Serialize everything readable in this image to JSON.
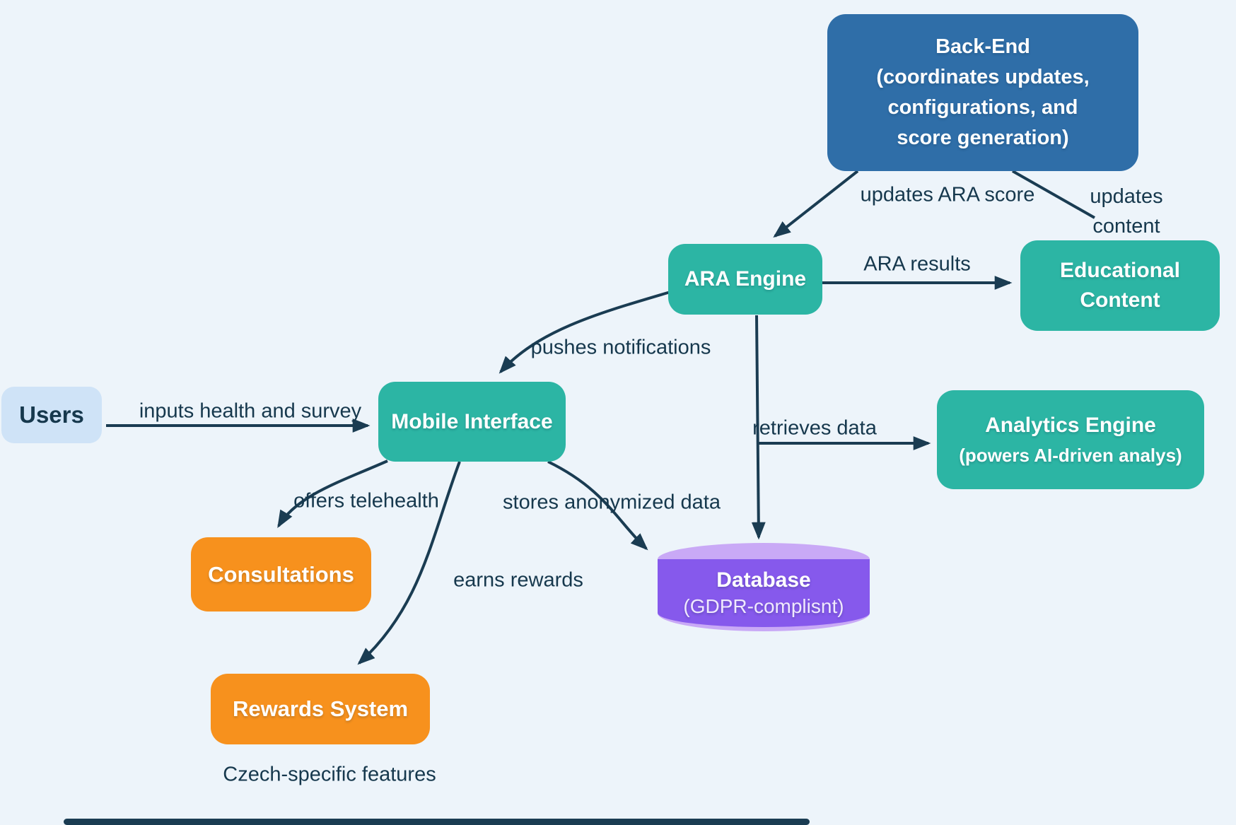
{
  "colors": {
    "background": "#edf4fa",
    "node_blue": "#2f6ea8",
    "node_teal": "#2cb5a4",
    "node_orange": "#f7911d",
    "node_purple": "#8659ec",
    "node_purple_top": "#c9a9f6",
    "node_lightblue": "#cfe3f7",
    "edge_line": "#1a3c52",
    "label_text": "#16384d",
    "node_text": "#ffffff"
  },
  "nodes": {
    "backend": {
      "lines": [
        "Back-End",
        "(coordinates updates,",
        "configurations, and",
        "score generation)"
      ]
    },
    "ara_engine": {
      "title": "ARA Engine"
    },
    "educational_content": {
      "title": "Educational Content"
    },
    "users": {
      "title": "Users"
    },
    "mobile_interface": {
      "title": "Mobile Interface"
    },
    "analytics_engine": {
      "title": "Analytics Engine",
      "subtitle": "(powers AI-driven analys)"
    },
    "consultations": {
      "title": "Consultations"
    },
    "rewards_system": {
      "title": "Rewards System"
    },
    "database": {
      "title": "Database",
      "subtitle": "(GDPR-complisnt)"
    }
  },
  "edge_labels": {
    "updates_ara_score": "updates ARA score",
    "updates_content": [
      "updates",
      "content"
    ],
    "ara_results": "ARA results",
    "pushes_notifications": "pushes notifications",
    "inputs_health_survey": "inputs health and survey",
    "retrieves_data": "retrieves data",
    "offers_telehealth": "offers telehealth",
    "stores_anonymized_data": "stores anonymized data",
    "earns_rewards": "earns rewards"
  },
  "annotations": {
    "czech_features": "Czech-specific features"
  }
}
